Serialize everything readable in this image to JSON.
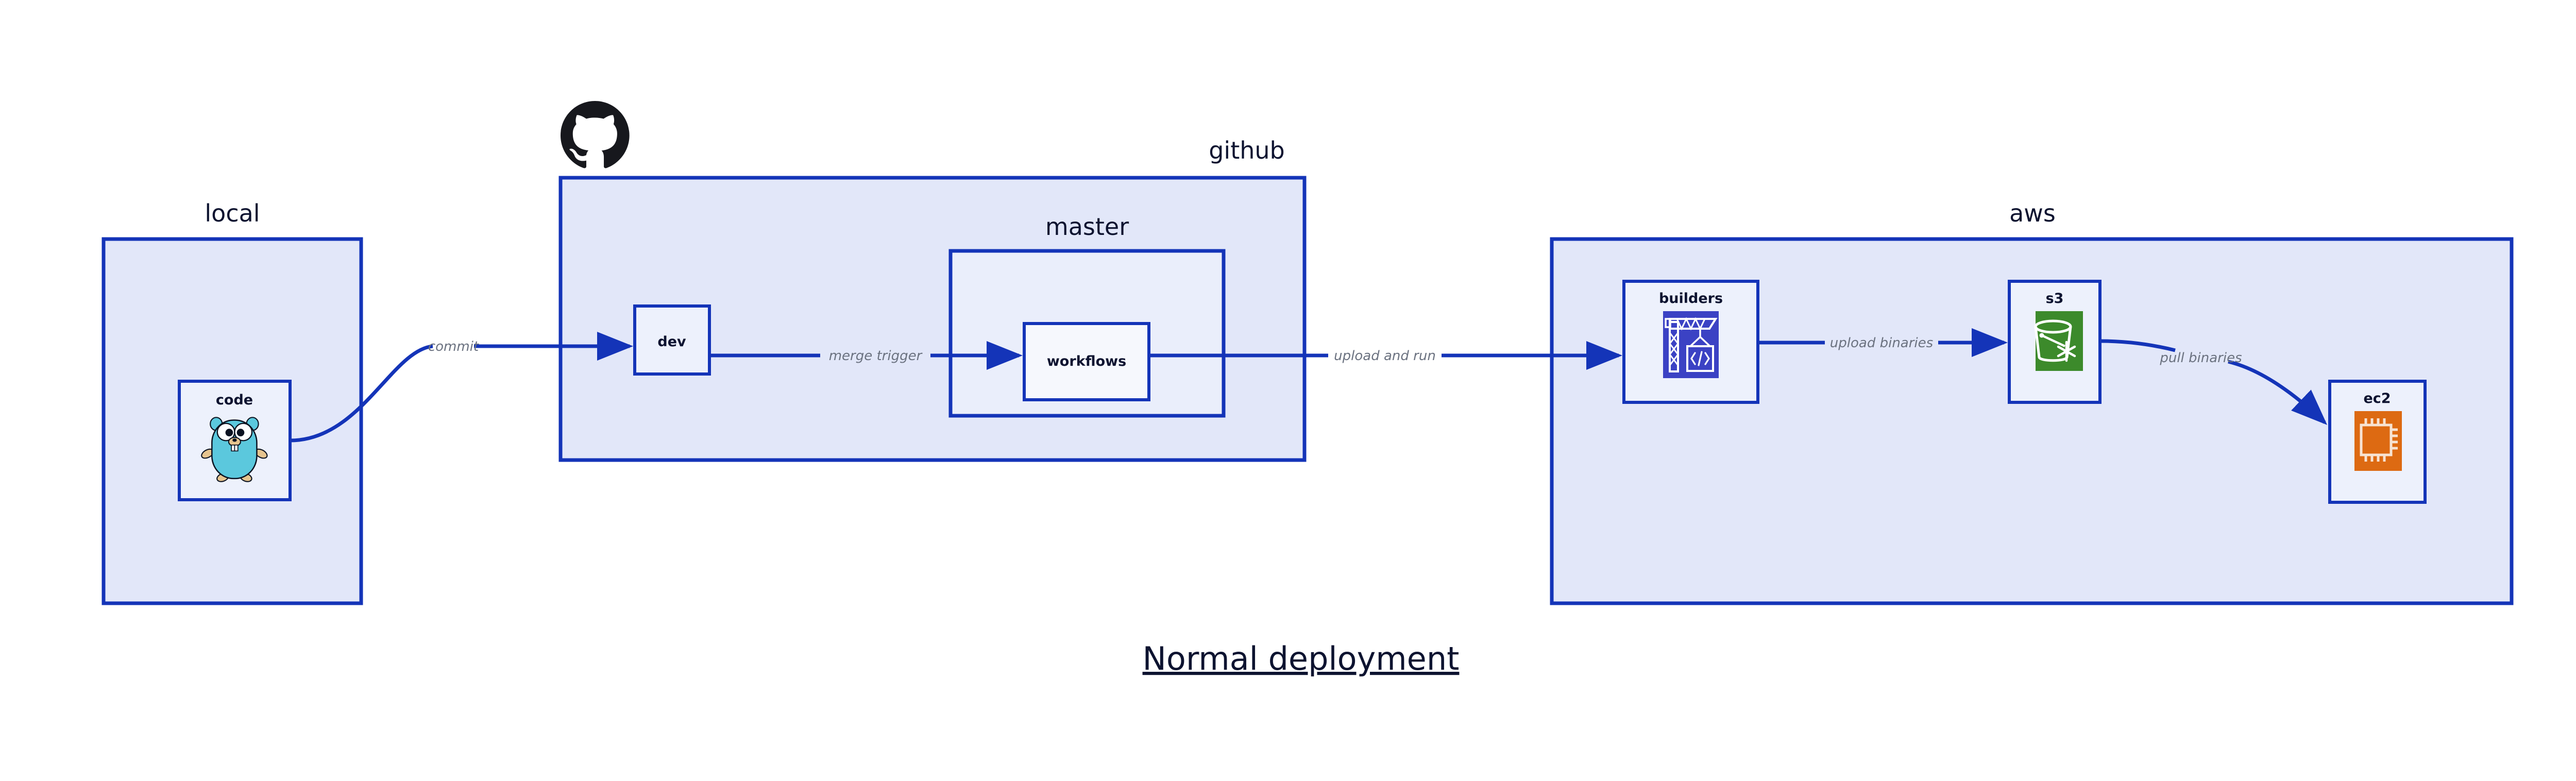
{
  "diagram": {
    "title": "Normal deployment",
    "groups": [
      {
        "id": "local",
        "label": "local"
      },
      {
        "id": "github",
        "label": "github"
      },
      {
        "id": "master",
        "label": "master"
      },
      {
        "id": "aws",
        "label": "aws"
      }
    ],
    "nodes": [
      {
        "id": "code",
        "label": "code",
        "icon": "go-gopher-icon"
      },
      {
        "id": "dev",
        "label": "dev",
        "icon": "none"
      },
      {
        "id": "workflows",
        "label": "workflows",
        "icon": "none"
      },
      {
        "id": "builders",
        "label": "builders",
        "icon": "crane-code-icon"
      },
      {
        "id": "s3",
        "label": "s3",
        "icon": "s3-bucket-icon"
      },
      {
        "id": "ec2",
        "label": "ec2",
        "icon": "cpu-chip-icon"
      }
    ],
    "edges": [
      {
        "id": "commit",
        "from": "code",
        "to": "dev",
        "label": "commit"
      },
      {
        "id": "merge-trigger",
        "from": "dev",
        "to": "workflows",
        "label": "merge trigger"
      },
      {
        "id": "upload-and-run",
        "from": "workflows",
        "to": "builders",
        "label": "upload and run"
      },
      {
        "id": "upload-binaries",
        "from": "builders",
        "to": "s3",
        "label": "upload binaries"
      },
      {
        "id": "pull-binaries",
        "from": "s3",
        "to": "ec2",
        "label": "pull binaries"
      }
    ],
    "logos": [
      {
        "id": "github-logo",
        "name": "github-octocat-icon"
      }
    ],
    "colors": {
      "stroke": "#1434b8",
      "container_fill": "#e2e7f9",
      "subcontainer_fill": "#eaeefb",
      "node_fill": "#edf1fc",
      "text_dark": "#0d1330",
      "edge_label": "#6b7280",
      "gopher_body": "#5bc8dd",
      "builders_bg": "#3b42c4",
      "s3_bg": "#3c8a2b",
      "ec2_bg": "#dd6a12",
      "background": "#ffffff"
    }
  }
}
